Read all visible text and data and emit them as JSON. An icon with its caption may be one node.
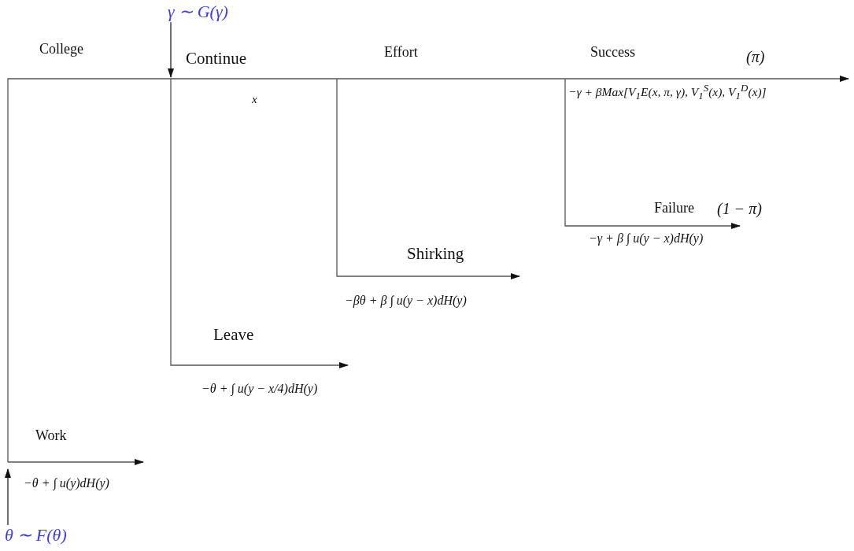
{
  "diagram": {
    "nodes": [
      {
        "text": [
          "γ ∼ G(γ)"
        ]
      },
      {
        "text": [
          "θ ∼ F(θ)"
        ]
      }
    ],
    "edges": [
      {
        "from": 0,
        "to": null,
        "arrow": "to"
      },
      {
        "from": 1,
        "to": null,
        "arrow": "to"
      }
    ],
    "labels": [
      "College",
      "Continue",
      "Effort",
      "Success",
      "(π)",
      "x",
      "−γ + βMax[V$_{1}$E(x, π, γ), V$_{1}$$^{S}$(x), V$_{1}$$^{D}$(x)]",
      "Failure",
      "(1 − π)",
      "−γ + β ∫ u(y − x)dH(y)",
      "Shirking",
      "−βθ + β ∫ u(y − x)dH(y)",
      "Leave",
      "−θ + ∫ u(y − x/4)dH(y)",
      "Work",
      "−θ + ∫ u(y)dH(y)"
    ]
  }
}
